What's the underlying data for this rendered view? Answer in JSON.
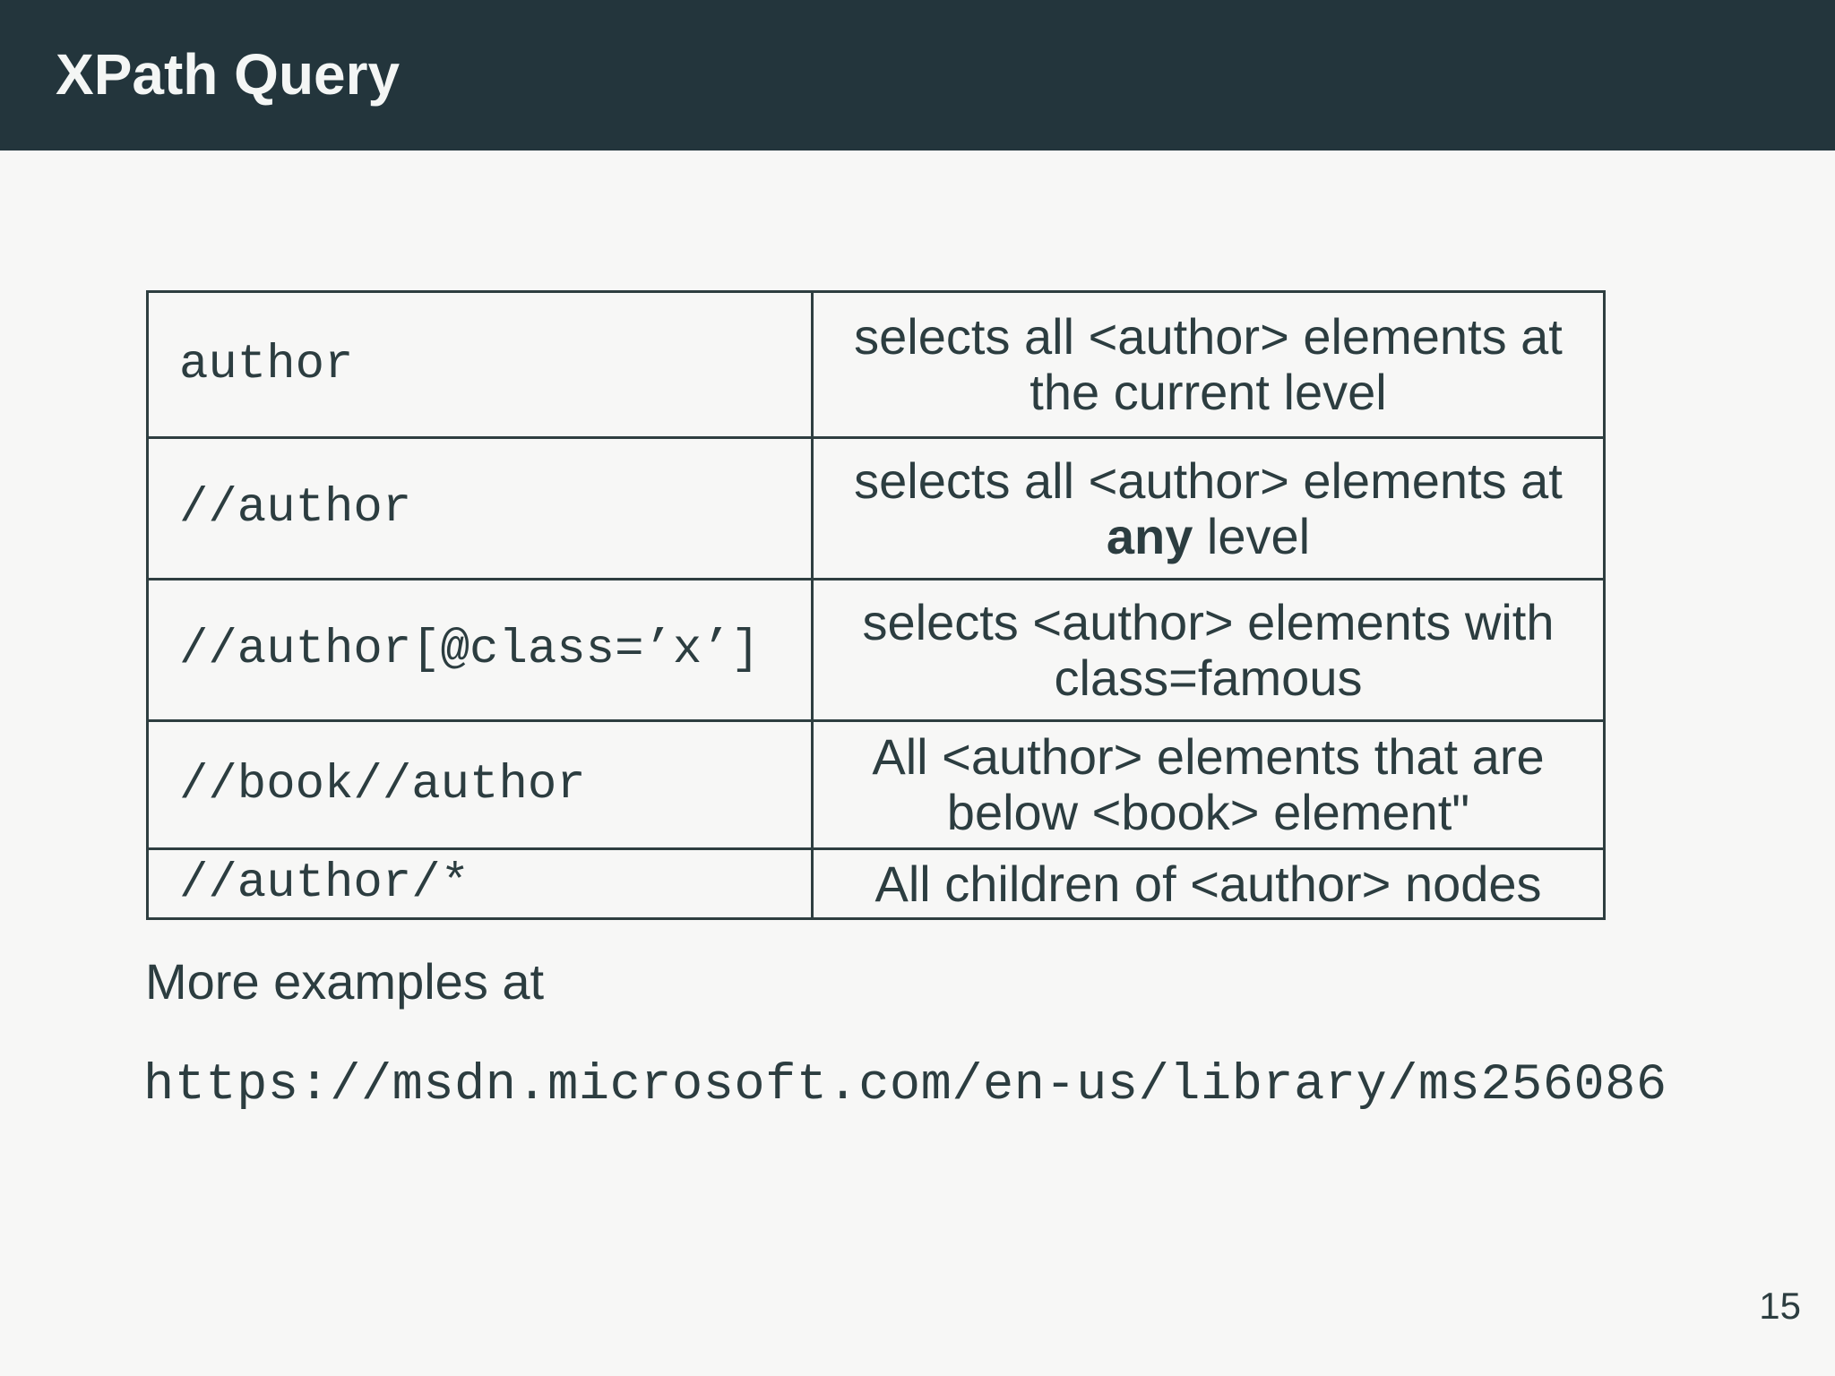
{
  "header": {
    "title": "XPath Query"
  },
  "table": {
    "rows": [
      {
        "query": "author",
        "desc_lines": [
          [
            {
              "text": "selects all <author> elements at"
            }
          ],
          [
            {
              "text": "the current level"
            }
          ]
        ]
      },
      {
        "query": "//author",
        "desc_lines": [
          [
            {
              "text": "selects all <author> elements at"
            }
          ],
          [
            {
              "text": "any",
              "bold": true
            },
            {
              "text": " level"
            }
          ]
        ]
      },
      {
        "query": "//author[@class=’x’]",
        "desc_lines": [
          [
            {
              "text": "selects <author> elements with"
            }
          ],
          [
            {
              "text": "class=famous"
            }
          ]
        ]
      },
      {
        "query": "//book//author",
        "desc_lines": [
          [
            {
              "text": "All <author> elements that are"
            }
          ],
          [
            {
              "text": "below <book> element\""
            }
          ]
        ]
      },
      {
        "query": "//author/*",
        "desc_lines": [
          [
            {
              "text": "All children of <author> nodes"
            }
          ]
        ]
      }
    ]
  },
  "footer": {
    "more_examples": "More examples at",
    "url": "https://msdn.microsoft.com/en-us/library/ms256086",
    "page_number": "15"
  },
  "colors": {
    "background": "#f7f7f6",
    "header_bg": "#23353c",
    "text": "#2c3d40",
    "border": "#2e3e40",
    "title_text": "#f4f6f5"
  }
}
